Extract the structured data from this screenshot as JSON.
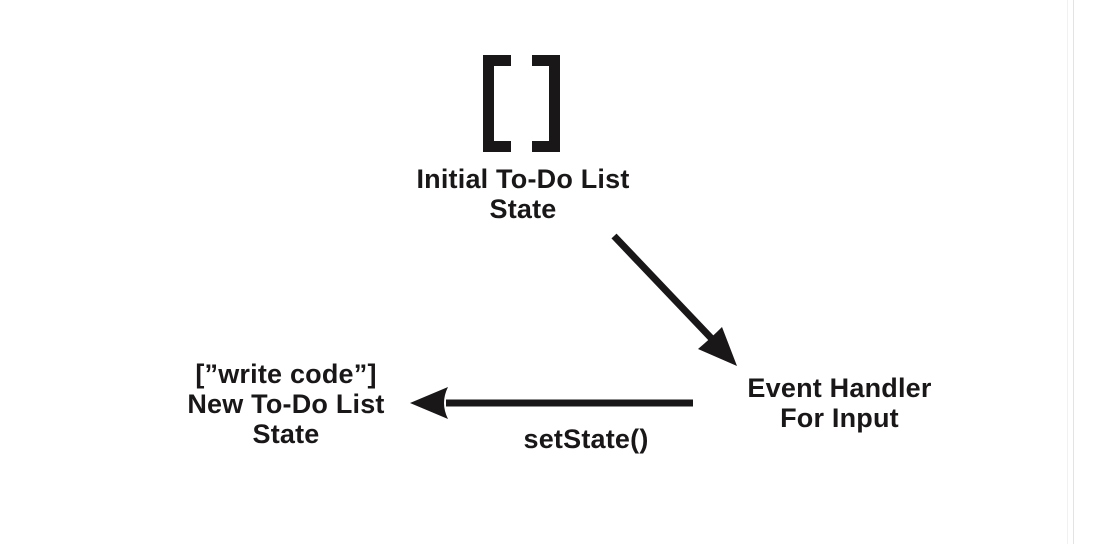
{
  "diagram": {
    "nodes": {
      "initial_state": {
        "symbol": "[ ]",
        "lines": [
          "Initial To-Do List",
          "State"
        ]
      },
      "event_handler": {
        "lines": [
          "Event Handler",
          "For Input"
        ]
      },
      "new_state": {
        "lines": [
          "[”write code”]",
          "New To-Do List",
          "State"
        ]
      }
    },
    "edges": [
      {
        "from": "initial_state",
        "to": "event_handler",
        "label": "",
        "direction": "down-right"
      },
      {
        "from": "event_handler",
        "to": "new_state",
        "label": "setState()",
        "direction": "left"
      }
    ]
  },
  "colors": {
    "ink": "#1a1718",
    "bg": "#ffffff",
    "page_edge_light": "#f1f1f1",
    "page_edge_dark": "#e3e3e3"
  }
}
